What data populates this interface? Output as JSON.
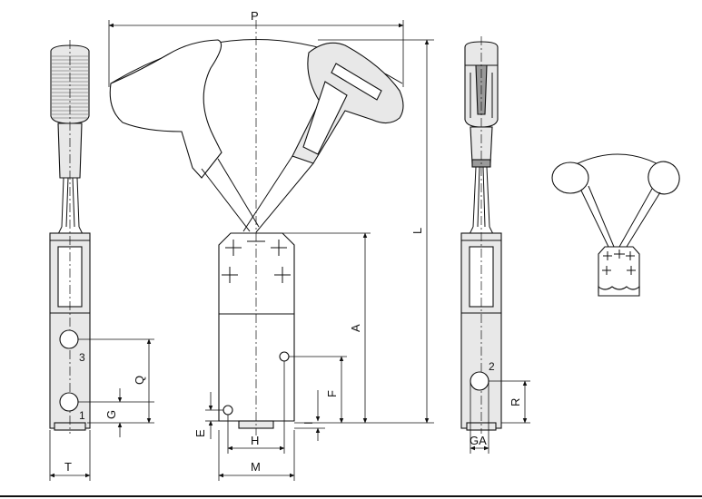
{
  "labels": {
    "P": "P",
    "L": "L",
    "A": "A",
    "F": "F",
    "Q": "Q",
    "G": "G",
    "T": "T",
    "H": "H",
    "M": "M",
    "E": "E",
    "I": "I",
    "R": "R",
    "GA": "GA",
    "hole1": "1",
    "hole2": "2",
    "hole3": "3"
  }
}
